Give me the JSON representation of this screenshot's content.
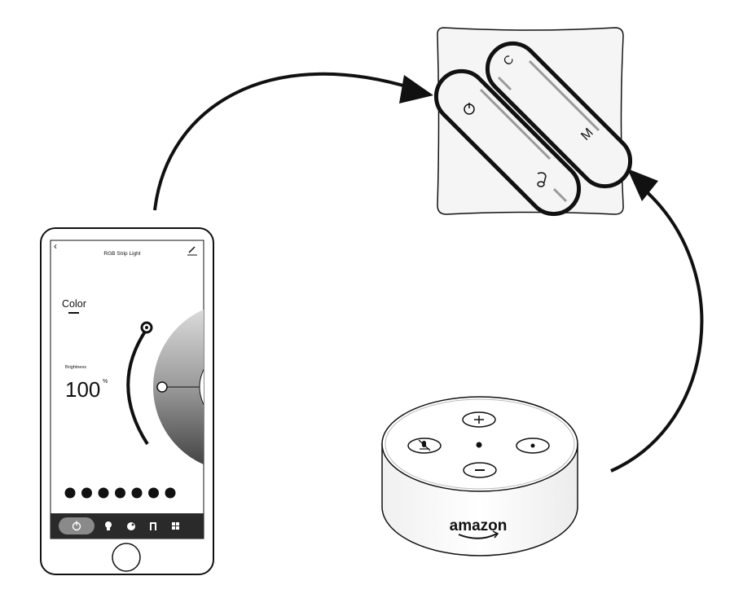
{
  "phone": {
    "title": "RGB Strip Light",
    "back_icon": "chevron-left-icon",
    "edit_icon": "pencil-icon",
    "mode_label": "Color",
    "brightness_label": "Brightness",
    "brightness_value": "100",
    "brightness_unit": "%",
    "preset_colors_count": 7,
    "tabs": [
      {
        "icon": "power-icon",
        "active": true
      },
      {
        "icon": "bulb-icon",
        "active": false
      },
      {
        "icon": "palette-icon",
        "active": false
      },
      {
        "icon": "music-icon",
        "active": false
      },
      {
        "icon": "grid-icon",
        "active": false
      }
    ]
  },
  "controller": {
    "buttons": [
      "C",
      "M"
    ],
    "icons": [
      "power-icon",
      "music-note-icon"
    ]
  },
  "echo": {
    "brand": "amazon",
    "buttons": [
      "mic-off-icon",
      "plus-icon",
      "minus-icon",
      "action-icon"
    ]
  },
  "colors": {
    "stroke": "#111111",
    "device_fill": "#f5f5f5",
    "tab_bar": "#2a2a2a"
  }
}
